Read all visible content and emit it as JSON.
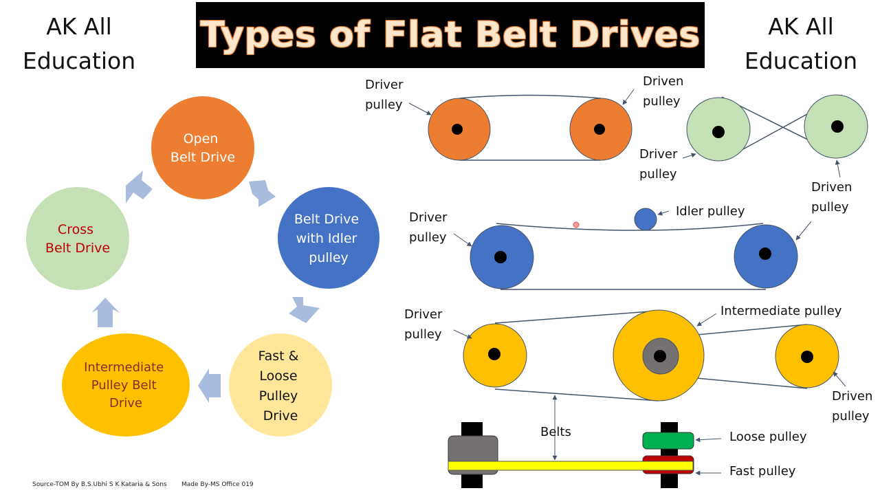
{
  "brand_left": [
    "AK All",
    "Education"
  ],
  "brand_right": [
    "AK All",
    "Education"
  ],
  "title": "Types of Flat Belt Drives",
  "cycle": {
    "open": [
      "Open",
      "Belt Drive"
    ],
    "idler": [
      "Belt Drive",
      "with Idler",
      "pulley"
    ],
    "fastloose": [
      "Fast &",
      "Loose",
      "Pulley",
      "Drive"
    ],
    "intermediate": [
      "Intermediate",
      "Pulley Belt",
      "Drive"
    ],
    "cross": [
      "Cross",
      "Belt Drive"
    ]
  },
  "labels": {
    "open_driver": [
      "Driver",
      "pulley"
    ],
    "open_driven": [
      "Driven",
      "pulley"
    ],
    "cross_driver": [
      "Driver",
      "pulley"
    ],
    "cross_driven": [
      "Driven",
      "pulley"
    ],
    "idler_driver": [
      "Driver",
      "pulley"
    ],
    "idler_pulley": "Idler pulley",
    "inter_driver": [
      "Driver",
      "pulley"
    ],
    "inter_intermediate": "Intermediate pulley",
    "inter_driven": [
      "Driven",
      "pulley"
    ],
    "belts": "Belts",
    "loose": "Loose pulley",
    "fast": "Fast pulley"
  },
  "footer": {
    "source": "Source-TOM By B.S.Ubhi S K Kataria & Sons",
    "made_by": "Made By-MS Office 019"
  },
  "colors": {
    "orange": "#ed7d31",
    "green": "#c5e0b4",
    "blue": "#4472c4",
    "gold": "#ffc000",
    "light_yellow": "#ffe699",
    "cycle_arrow": "#a9bcdf",
    "line": "#44546a",
    "cross_text": "#c00000",
    "intermediate_text": "#8b2a2a"
  }
}
